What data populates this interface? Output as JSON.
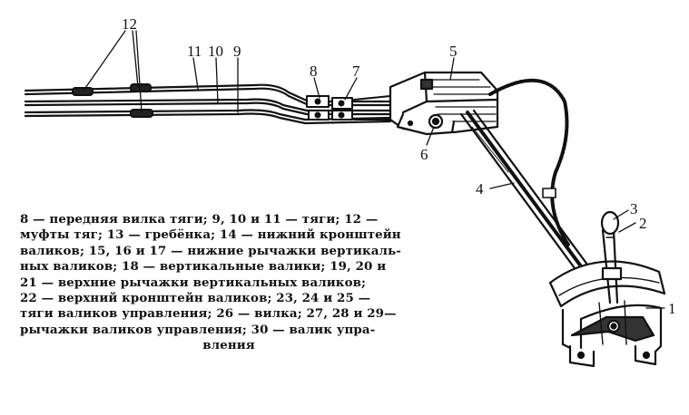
{
  "callouts": {
    "c12": "12",
    "c11": "11",
    "c10": "10",
    "c9": "9",
    "c8": "8",
    "c7": "7",
    "c5": "5",
    "c6": "6",
    "c4": "4",
    "c3": "3",
    "c2": "2",
    "c1": "1"
  },
  "caption": {
    "lines": [
      "8 — передняя  вилка тяги; 9, 10 и 11 — тяги; 12 —",
      "муфты тяг; 13 — гребёнка; 14 — нижний кронштейн",
      "валиков; 15, 16 и 17 — нижние рычажки вертикаль-",
      "ных валиков; 18 — вертикальные валики; 19, 20 и",
      "21 — верхние  рычажки  вертикальных  валиков;",
      "22 — верхний  кронштейн валиков; 23, 24 и 25 —",
      "тяги валиков управления; 26 — вилка; 27, 28 и 29—",
      "рычажки  валиков управления; 30 — валик упра-",
      "вления"
    ]
  }
}
